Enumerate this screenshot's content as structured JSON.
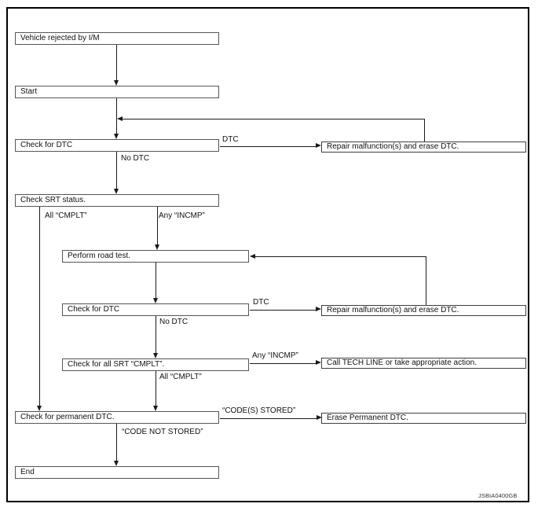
{
  "diagram": {
    "watermark": "JSBIA0400GB",
    "nodes": [
      {
        "id": "vehicle-rejected",
        "label": "Vehicle rejected by I/M"
      },
      {
        "id": "start",
        "label": "Start"
      },
      {
        "id": "check-for-dtc-1",
        "label": "Check for DTC"
      },
      {
        "id": "check-srt-status",
        "label": "Check SRT status."
      },
      {
        "id": "perform-road-test",
        "label": "Perform road test."
      },
      {
        "id": "check-for-dtc-2",
        "label": "Check for DTC"
      },
      {
        "id": "check-all-srt-cmplt",
        "label": "Check for all SRT “CMPLT”."
      },
      {
        "id": "check-permanent-dtc",
        "label": "Check for permanent DTC."
      },
      {
        "id": "end",
        "label": "End"
      },
      {
        "id": "repair-erase-dtc-1",
        "label": "Repair malfunction(s) and erase DTC."
      },
      {
        "id": "repair-erase-dtc-2",
        "label": "Repair malfunction(s) and erase DTC."
      },
      {
        "id": "call-tech-line",
        "label": "Call TECH LINE or take appropriate action."
      },
      {
        "id": "erase-permanent-dtc",
        "label": "Erase Permanent DTC."
      }
    ],
    "edge_labels": [
      {
        "id": "dtc-1",
        "label": "DTC"
      },
      {
        "id": "no-dtc-1",
        "label": "No DTC"
      },
      {
        "id": "all-cmplt-1",
        "label": "All “CMPLT”"
      },
      {
        "id": "any-incmp-1",
        "label": "Any “INCMP”"
      },
      {
        "id": "dtc-2",
        "label": "DTC"
      },
      {
        "id": "no-dtc-2",
        "label": "No DTC"
      },
      {
        "id": "any-incmp-2",
        "label": "Any “INCMP”"
      },
      {
        "id": "all-cmplt-2",
        "label": "All “CMPLT”"
      },
      {
        "id": "codes-stored",
        "label": "“CODE(S) STORED”"
      },
      {
        "id": "code-not-stored",
        "label": "“CODE NOT STORED”"
      }
    ]
  }
}
